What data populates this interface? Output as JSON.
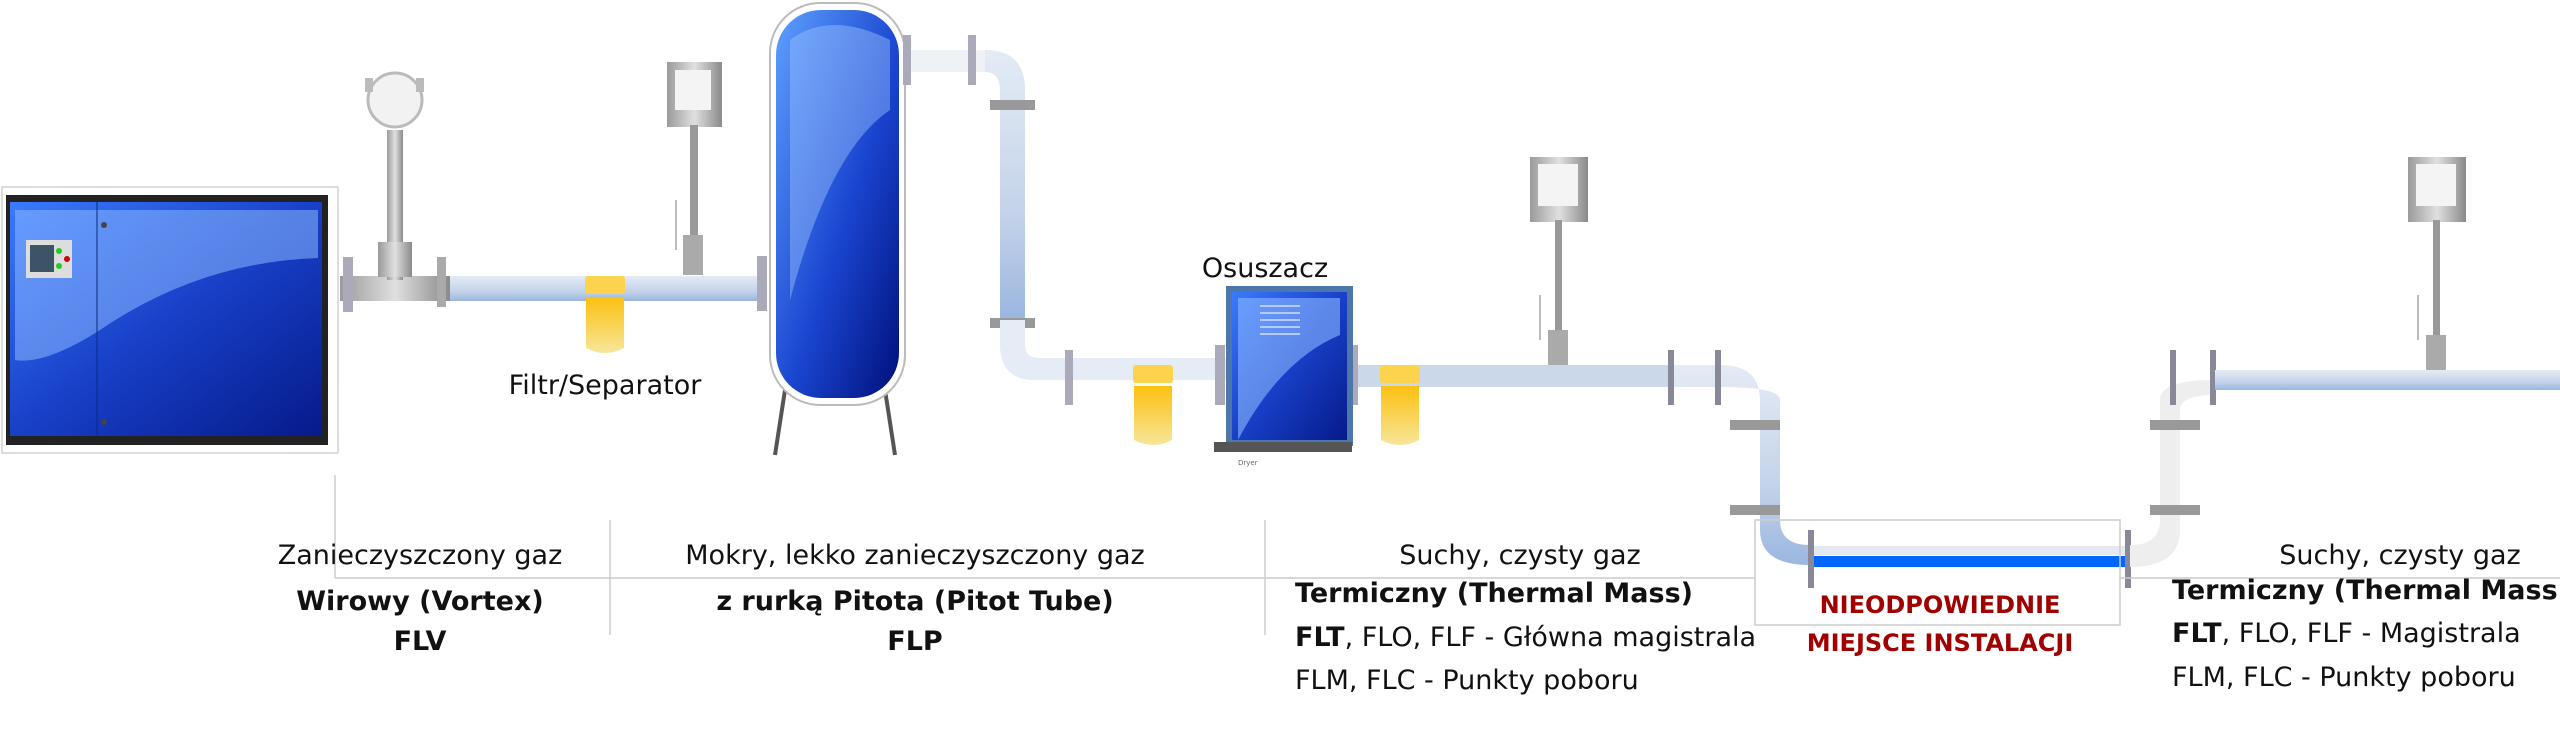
{
  "labels": {
    "filter_separator": "Filtr/Separator",
    "dryer": "Osuszacz",
    "dryer_small": "Dryer"
  },
  "sections": [
    {
      "condition": "Zanieczyszczony gaz",
      "type": "Wirowy (Vortex)",
      "model": "FLV"
    },
    {
      "condition": "Mokry, lekko zanieczyszczony gaz",
      "type": "z rurką Pitota (Pitot Tube)",
      "model": "FLP"
    },
    {
      "condition": "Suchy, czysty gaz",
      "type": "Termiczny (Thermal Mass)",
      "line1_bold": "FLT",
      "line1_rest": ", FLO, FLF - Główna magistrala",
      "line2": "FLM, FLC - Punkty poboru"
    },
    {
      "warning_line1": "NIEODPOWIEDNIE",
      "warning_line2": "MIEJSCE INSTALACJI"
    },
    {
      "condition": "Suchy, czysty gaz",
      "type": "Termiczny (Thermal Mass)",
      "line1_bold": "FLT",
      "line1_rest": ", FLO, FLF - Magistrala",
      "line2": "FLM, FLC - Punkty poboru"
    }
  ],
  "colors": {
    "blue": "#1a4fd6",
    "pipe": "#c9d6ea",
    "filter": "#f7c21c",
    "warning": "#a00000",
    "highlight_pipe": "#0066ff"
  }
}
